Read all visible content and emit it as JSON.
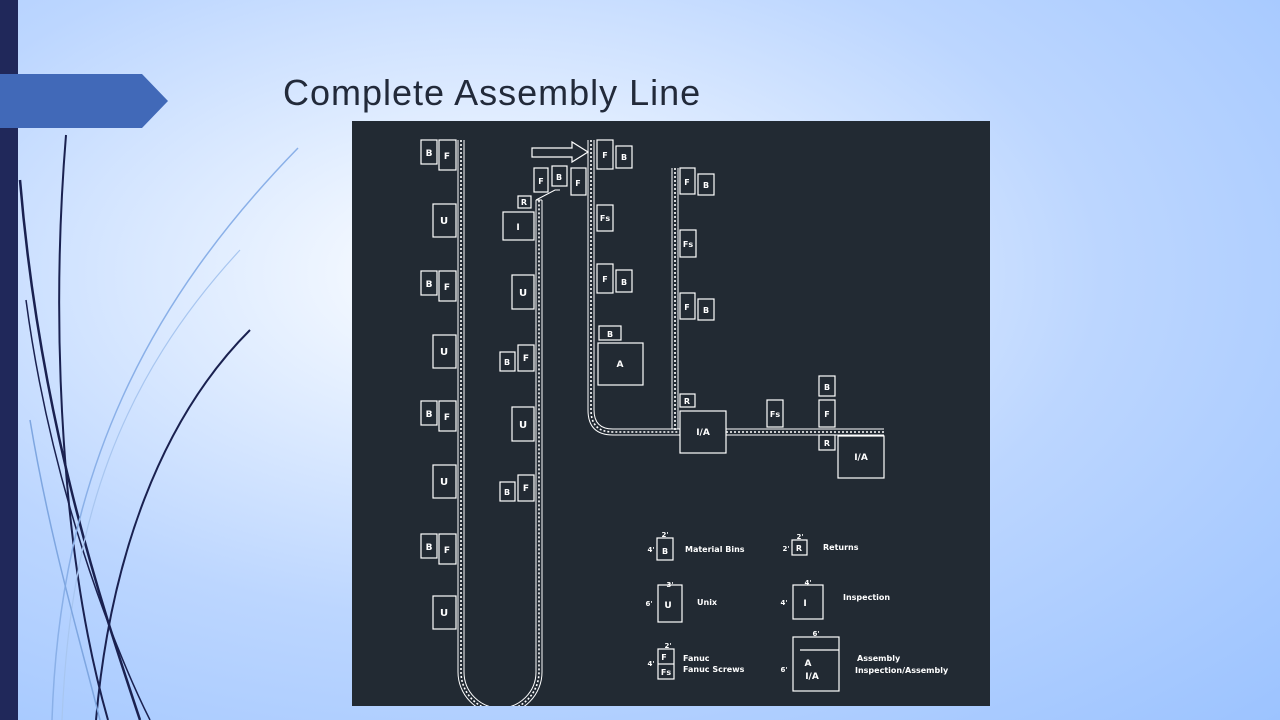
{
  "slide": {
    "title": "Complete Assembly Line",
    "colors": {
      "sidebar": "#20285a",
      "tab": "#4169b8",
      "diagram_bg": "#222a33",
      "lines": "#ffffff"
    }
  },
  "diagram": {
    "stations": [
      {
        "id": "l1",
        "labels": [
          "B",
          "F"
        ]
      },
      {
        "id": "l2",
        "labels": [
          "U"
        ]
      },
      {
        "id": "l3",
        "labels": [
          "B",
          "F"
        ]
      },
      {
        "id": "l4",
        "labels": [
          "U"
        ]
      },
      {
        "id": "l5",
        "labels": [
          "B",
          "F"
        ]
      },
      {
        "id": "l6",
        "labels": [
          "U"
        ]
      },
      {
        "id": "l7",
        "labels": [
          "B",
          "F"
        ]
      },
      {
        "id": "l8",
        "labels": [
          "U"
        ]
      },
      {
        "id": "m1",
        "labels": [
          "R"
        ]
      },
      {
        "id": "m2",
        "labels": [
          "I"
        ]
      },
      {
        "id": "m3",
        "labels": [
          "U"
        ]
      },
      {
        "id": "m4",
        "labels": [
          "B",
          "F"
        ]
      },
      {
        "id": "m5",
        "labels": [
          "U"
        ]
      },
      {
        "id": "m6",
        "labels": [
          "B",
          "F"
        ]
      },
      {
        "id": "t1",
        "labels": [
          "F",
          "B",
          "F"
        ]
      },
      {
        "id": "c1",
        "labels": [
          "F",
          "B"
        ]
      },
      {
        "id": "c2",
        "labels": [
          "Fs"
        ]
      },
      {
        "id": "c3",
        "labels": [
          "F",
          "B"
        ]
      },
      {
        "id": "c4",
        "labels": [
          "B"
        ]
      },
      {
        "id": "c5",
        "labels": [
          "A"
        ]
      },
      {
        "id": "r1",
        "labels": [
          "F",
          "B"
        ]
      },
      {
        "id": "r2",
        "labels": [
          "Fs"
        ]
      },
      {
        "id": "r3",
        "labels": [
          "F",
          "B"
        ]
      },
      {
        "id": "r4",
        "labels": [
          "R"
        ]
      },
      {
        "id": "r5",
        "labels": [
          "I/A"
        ]
      },
      {
        "id": "b1",
        "labels": [
          "Fs"
        ]
      },
      {
        "id": "b2",
        "labels": [
          "B"
        ]
      },
      {
        "id": "b3",
        "labels": [
          "F"
        ]
      },
      {
        "id": "b4",
        "labels": [
          "R"
        ]
      },
      {
        "id": "b5",
        "labels": [
          "I/A"
        ]
      }
    ],
    "legend": [
      {
        "id": "bins",
        "symbol": "B",
        "label": "Material Bins",
        "dims": [
          "2'",
          "4'"
        ]
      },
      {
        "id": "returns",
        "symbol": "R",
        "label": "Returns",
        "dims": [
          "2'",
          "2'"
        ]
      },
      {
        "id": "unix",
        "symbol": "U",
        "label": "Unix",
        "dims": [
          "3'",
          "6'"
        ]
      },
      {
        "id": "inspection",
        "symbol": "I",
        "label": "Inspection",
        "dims": [
          "4'",
          "4'"
        ]
      },
      {
        "id": "fanuc",
        "symbol": "F",
        "symbol2": "Fs",
        "label": "Fanuc",
        "label2": "Fanuc Screws",
        "dims": [
          "2'",
          "4'"
        ]
      },
      {
        "id": "assembly",
        "symbol": "A",
        "symbol2": "I/A",
        "label": "Assembly",
        "label2": "Inspection/Assembly",
        "dims": [
          "6'",
          "6'"
        ]
      }
    ]
  }
}
